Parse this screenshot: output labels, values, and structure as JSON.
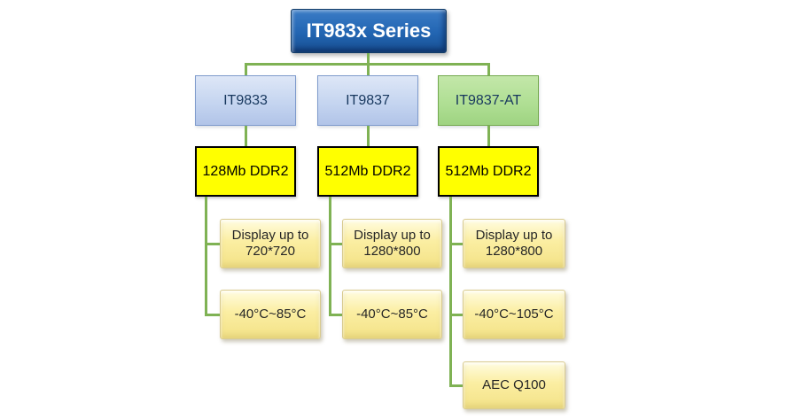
{
  "diagram": {
    "title": "IT983x Series",
    "branches": [
      {
        "label": "IT9833",
        "memory": "128Mb DDR2",
        "features": [
          "Display up to 720*720",
          "-40°C~85°C"
        ]
      },
      {
        "label": "IT9837",
        "memory": "512Mb DDR2",
        "features": [
          "Display up to 1280*800",
          "-40°C~85°C"
        ]
      },
      {
        "label": "IT9837-AT",
        "memory": "512Mb DDR2",
        "features": [
          "Display up to 1280*800",
          "-40°C~105°C",
          "AEC Q100"
        ]
      }
    ],
    "colors": {
      "root_fill": "#2265B2",
      "root_text": "#FFFFFF",
      "branch_blue_fill": "#C5D5F0",
      "branch_blue_border": "#7F9BCC",
      "branch_green_fill": "#AEDE92",
      "branch_green_border": "#74A94F",
      "memory_fill": "#FFFF00",
      "memory_border": "#000000",
      "feature_fill": "#FBEEA2",
      "feature_border": "#D9CB8F",
      "feature_text": "#262626",
      "node_text": "#17375E",
      "connector": "#7FB254"
    }
  }
}
